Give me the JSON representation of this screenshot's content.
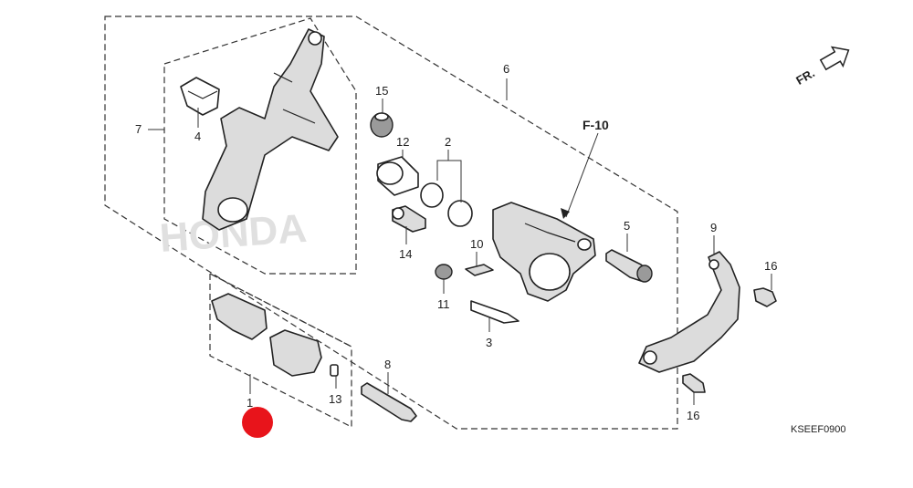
{
  "diagram": {
    "callouts": [
      "1",
      "2",
      "3",
      "4",
      "5",
      "6",
      "7",
      "8",
      "9",
      "10",
      "11",
      "12",
      "13",
      "14",
      "15",
      "16",
      "16"
    ],
    "reference": "F-10",
    "direction": "FR.",
    "code": "KSEEF0900",
    "watermark": "HONDA"
  },
  "colors": {
    "marker": "#e8141b",
    "line": "#333333",
    "part_fill": "#dcdcdc"
  },
  "icons": [
    "forward-arrow-icon",
    "marker-dot-icon"
  ]
}
